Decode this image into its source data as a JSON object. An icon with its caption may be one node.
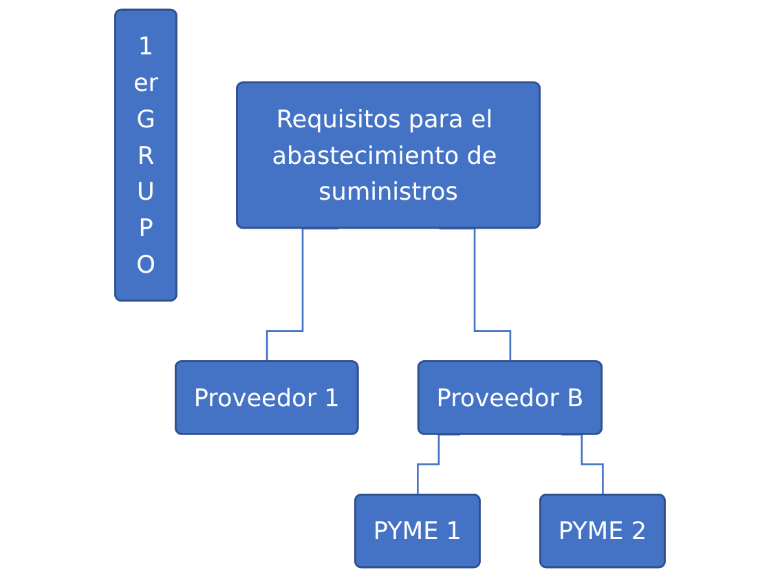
{
  "diagram": {
    "nodes": [
      {
        "text": [
          "1 er G R U P O"
        ]
      },
      {
        "text": [
          "Requisitos para el abastecimiento de suministros"
        ]
      },
      {
        "text": [
          "Proveedor 1"
        ]
      },
      {
        "text": [
          "Proveedor B"
        ]
      },
      {
        "text": [
          "PYME 1"
        ]
      },
      {
        "text": [
          "PYME 2"
        ]
      }
    ],
    "edges": [
      {
        "from": 1,
        "to": 2,
        "arrow": "none"
      },
      {
        "from": 1,
        "to": 3,
        "arrow": "none"
      },
      {
        "from": 3,
        "to": 4,
        "arrow": "none"
      },
      {
        "from": 3,
        "to": 5,
        "arrow": "none"
      }
    ]
  }
}
